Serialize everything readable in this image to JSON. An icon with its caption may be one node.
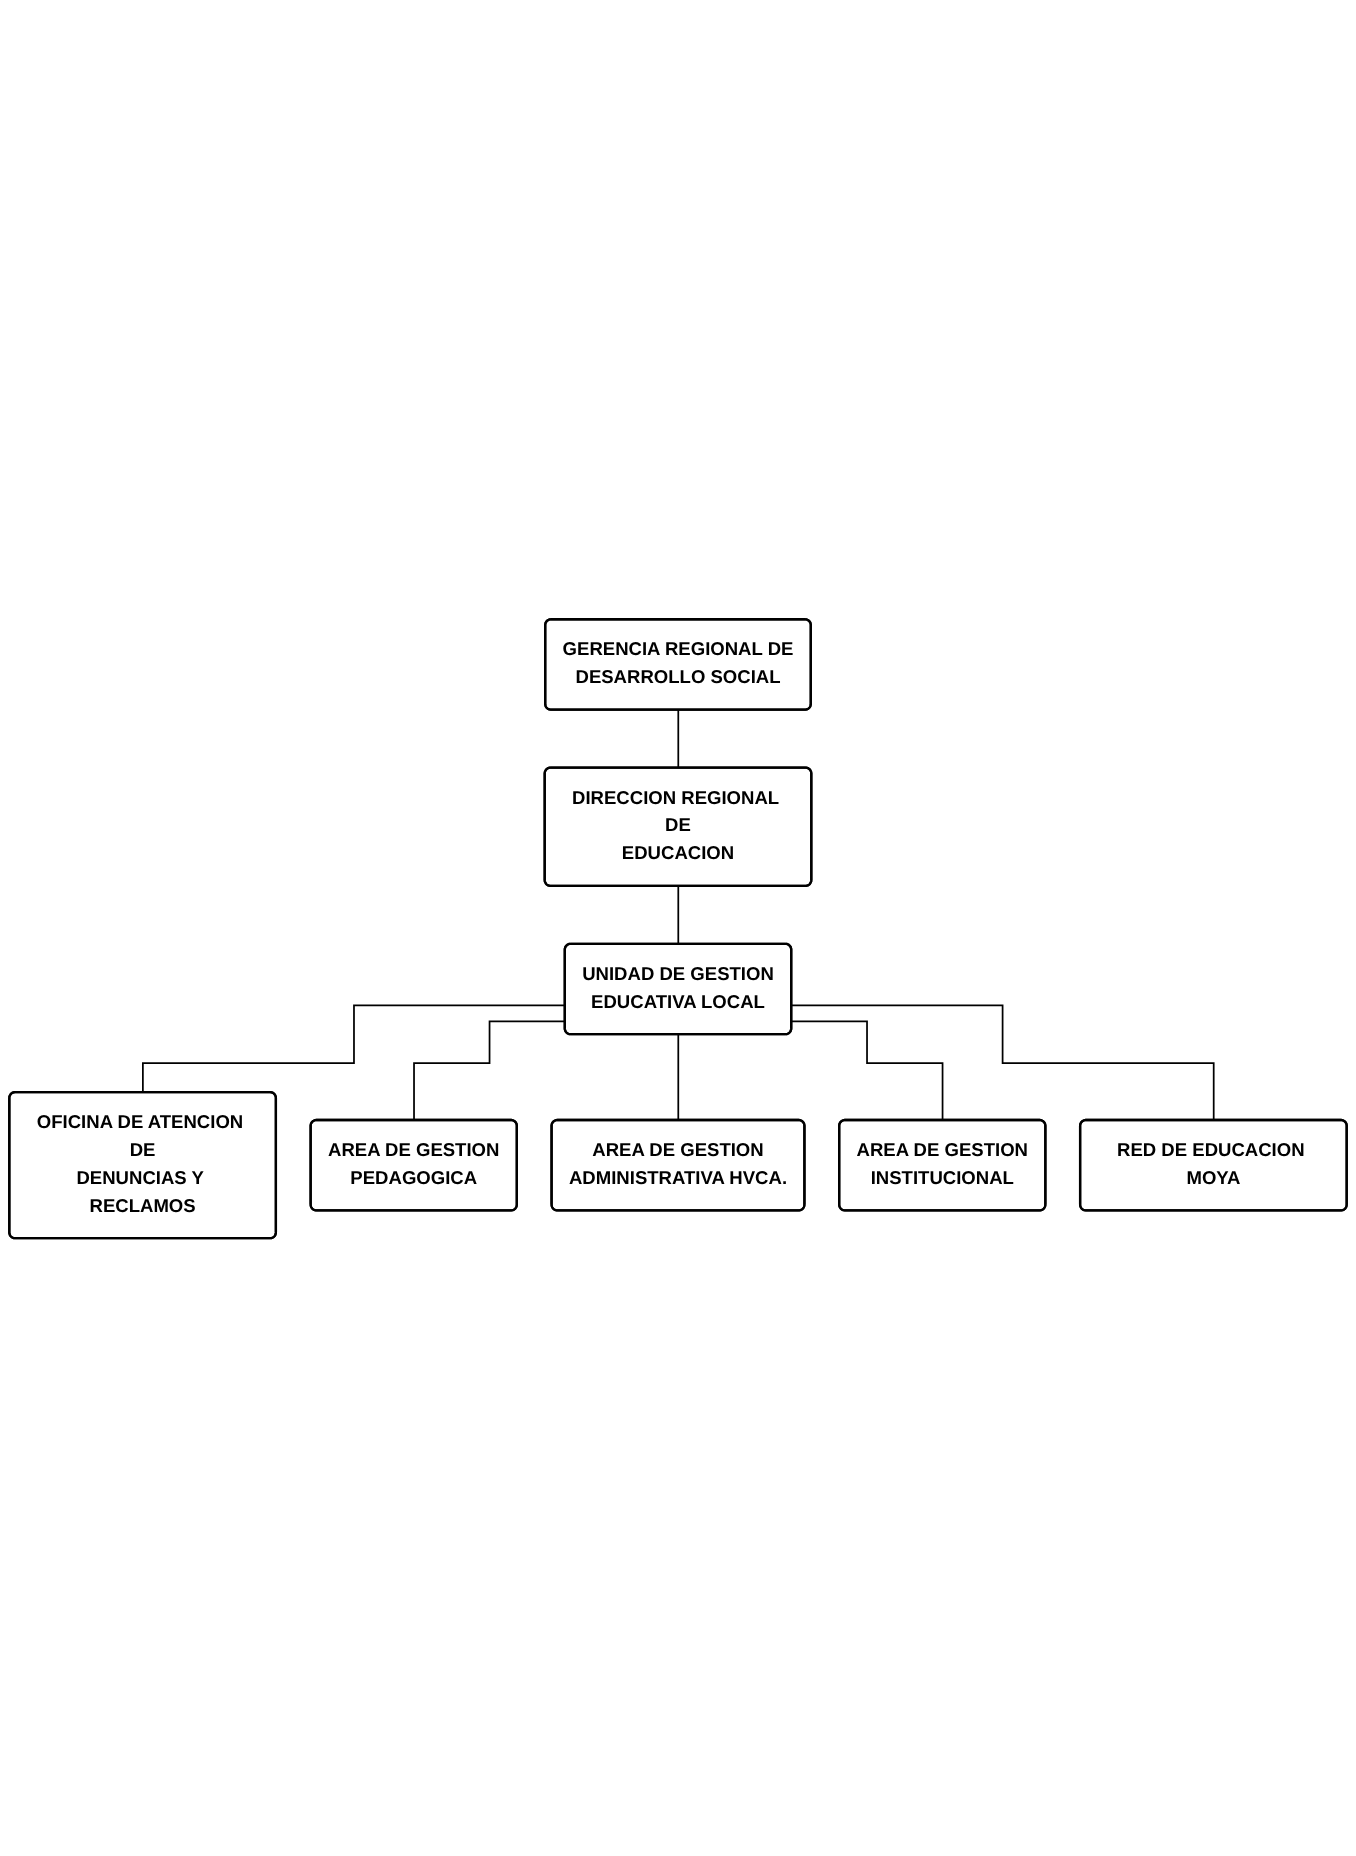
{
  "diagram": {
    "nodes": [
      {
        "text": [
          "GERENCIA REGIONAL DE DESARROLLO SOCIAL"
        ]
      },
      {
        "text": [
          "DIRECCION REGIONAL DE EDUCACION"
        ]
      },
      {
        "text": [
          "UNIDAD DE GESTION EDUCATIVA LOCAL"
        ]
      },
      {
        "text": [
          "OFICINA DE ATENCION DE DENUNCIAS Y RECLAMOS"
        ]
      },
      {
        "text": [
          "AREA DE GESTION PEDAGOGICA"
        ]
      },
      {
        "text": [
          "AREA DE GESTION ADMINISTRATIVA HVCA."
        ]
      },
      {
        "text": [
          "AREA DE GESTION INSTITUCIONAL"
        ]
      },
      {
        "text": [
          "RED DE EDUCACION MOYA"
        ]
      }
    ],
    "edges": [
      {
        "from": 0,
        "to": 1,
        "arrow": "none"
      },
      {
        "from": 1,
        "to": 2,
        "arrow": "none"
      },
      {
        "from": 2,
        "to": 3,
        "arrow": "none"
      },
      {
        "from": 2,
        "to": 4,
        "arrow": "none"
      },
      {
        "from": 2,
        "to": 5,
        "arrow": "none"
      },
      {
        "from": 2,
        "to": 6,
        "arrow": "none"
      },
      {
        "from": 2,
        "to": 7,
        "arrow": "none"
      }
    ]
  }
}
